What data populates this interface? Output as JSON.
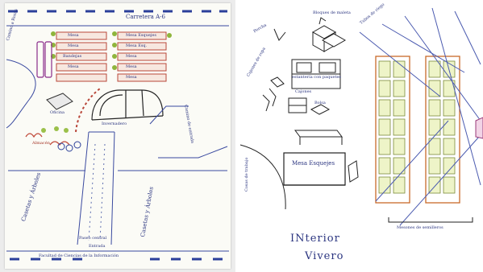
{
  "left_map": {
    "road_top": "Carretera A-6",
    "road_left": "Camino a Rozas",
    "road_right": "Camino de entrada",
    "greenhouse_label": "Invernadero",
    "bench_labels": [
      "Mesa",
      "Mesa Esquejes",
      "Mesa",
      "Mesa Esq.",
      "Bandejas",
      "Mesa",
      "Mesa",
      "Mesa",
      "Mesa"
    ],
    "left_side_block": "Oficina",
    "store_label": "Almacén",
    "path_label": "Paseo central",
    "hedges_left": "Casetas y Árboles",
    "hedges_right": "Casetas y Árboles",
    "bottom_road": "Facultad de Ciencias de la Información",
    "bottom_entrance": "Entrada"
  },
  "right_plan": {
    "title_line1": "INterior",
    "title_line2": "Vivero",
    "labels": {
      "crates": "Bloques de maleta",
      "shelf": "estantería con paquetes",
      "drawers": "Cajones",
      "box": "Bolsa",
      "hanger": "Percha",
      "bench": "Mesa Esquejes",
      "sink_note": "Cajones de ropa",
      "pipes_note": "Tubos de riego",
      "tables_bottom": "Mesones de semilleros",
      "left_note": "Cosas de trabajo"
    }
  }
}
